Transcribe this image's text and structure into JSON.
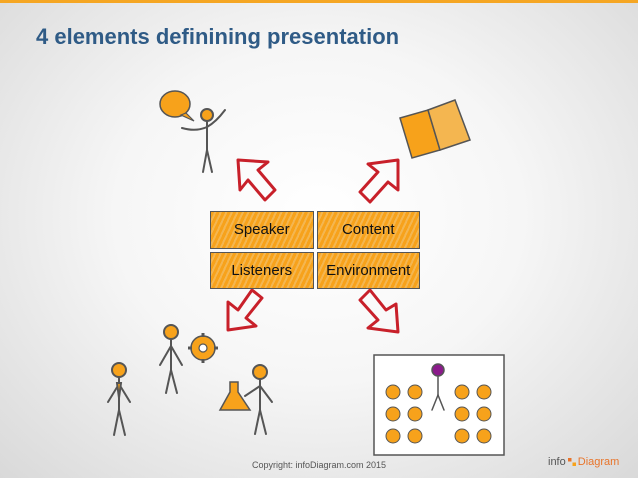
{
  "title": "4 elements definining presentation",
  "elements": {
    "speaker": "Speaker",
    "content": "Content",
    "listeners": "Listeners",
    "environment": "Environment"
  },
  "footer": {
    "copyright": "Copyright: infoDiagram.com 2015",
    "brand_part1": "info",
    "brand_part2": "Diagram"
  },
  "colors": {
    "accent_orange": "#f7a21b",
    "title_blue": "#2f5b86",
    "arrow_red": "#c8202a",
    "speaker_purple": "#8b1a8b"
  },
  "icons": [
    "speaker-figure-icon",
    "speech-bubble-icon",
    "open-book-icon",
    "gear-icon",
    "flask-icon",
    "audience-room-icon"
  ]
}
